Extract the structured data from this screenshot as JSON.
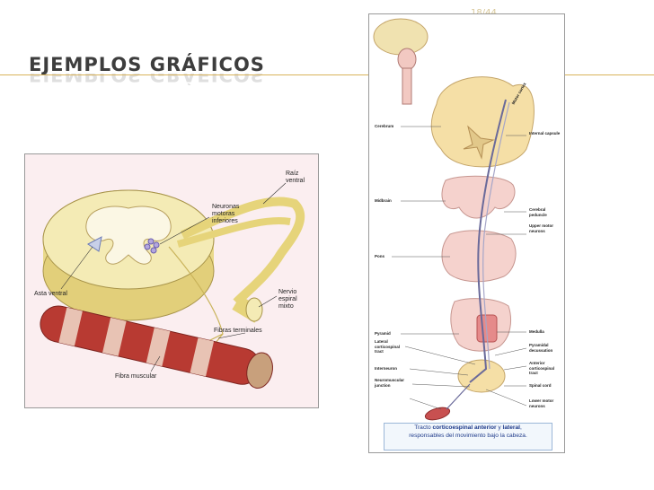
{
  "slide": {
    "number": "18/44",
    "title": "EJEMPLOS GRÁFICOS"
  },
  "left_figure": {
    "labels": {
      "raiz": "Raíz\nventral",
      "neuronas": "Neuronas\nmotoras\ninferiores",
      "asta": "Asta ventral",
      "nervio": "Nervio\nespiral\nmixto",
      "fibras": "Fibras terminales",
      "fibra_muscular": "Fibra muscular"
    }
  },
  "right_figure": {
    "labels": {
      "motor_cortex": "Motor cortex",
      "cerebrum": "Cerebrum",
      "internal_capsule": "Internal capsule",
      "midbrain": "Midbrain",
      "cerebral_peduncle": "Cerebral peduncle",
      "upper_motor": "Upper motor neurons",
      "pons": "Pons",
      "pyramid": "Pyramid",
      "medulla": "Medulla",
      "lateral_tract": "Lateral corticospinal tract",
      "pyramidal_decussation": "Pyramidal decussation",
      "anterior_tract": "Anterior corticospinal tract",
      "interneuron": "Interneuron",
      "spinal_cord": "Spinal cord",
      "nmj": "Neuromuscular junction",
      "lower_motor": "Lower motor neurons"
    },
    "caption": {
      "part1": "Tracto ",
      "bold1": "corticoespinal anterior",
      "part2": " y ",
      "bold2": "lateral",
      "part3": ",",
      "line2": "responsables del movimiento bajo la cabeza."
    }
  },
  "colors": {
    "accent_rule": "#d9b35a",
    "title": "#3d3d3d",
    "slide_number": "#d8c89a"
  }
}
